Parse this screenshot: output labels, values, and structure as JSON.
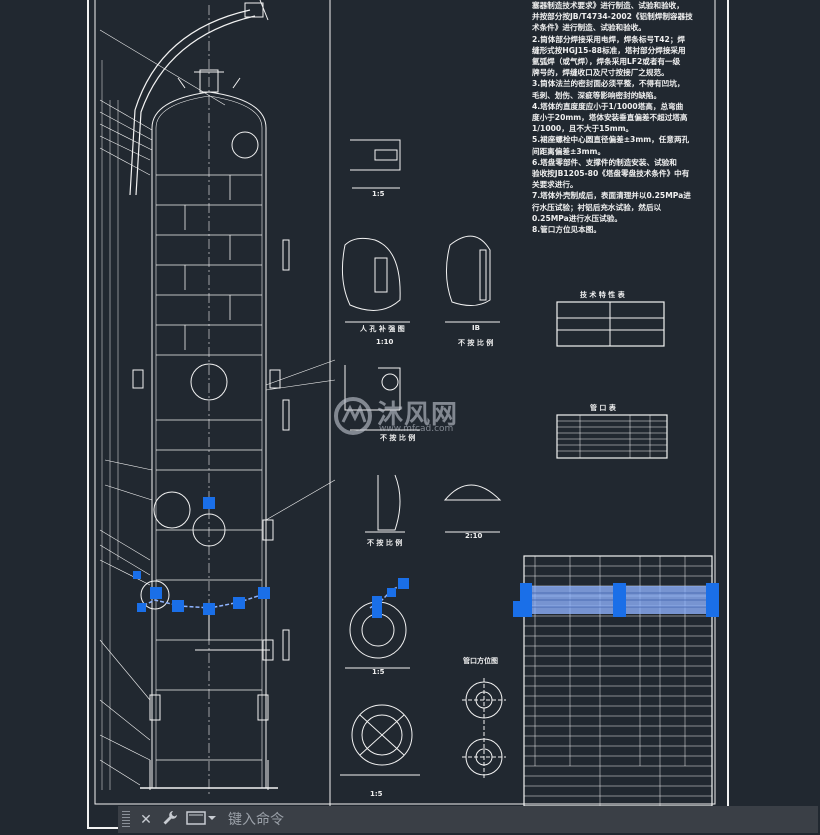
{
  "notes": [
    "塞器制造技术要求》进行制造、试验和验收，",
    "并按部分按JB/T4734-2002《铝制焊制容器技",
    "术条件》进行制造、试验和验收。",
    "2.筒体部分焊接采用电焊，焊条标号T42；焊",
    "缝形式按HGJ15-88标准，塔衬部分焊接采用",
    "氩弧焊（或气焊），焊条采用LF2或者有一级",
    "牌号的，焊缝收口及尺寸按接厂之规范。",
    "3.筒体法兰的密封面必须平整，不得有凹坑，",
    "毛刺、划伤、深疵等影响密封的缺陷。",
    "4.塔体的直度度应小于1/1000塔高，总弯曲",
    "度小于20mm，塔体安装垂直偏差不超过塔高",
    "1/1000，且不大于15mm。",
    "5.裙座螺栓中心圆直径偏差±3mm，任意两孔",
    "间距离偏差±3mm。",
    "6.塔盘零部件、支撑件的制造安装、试验和",
    "验收按JB1205-80《塔盘零盘技术条件》中有",
    "关要求进行。",
    "7.塔体外壳制成后，表面清理并以0.25MPa进",
    "行水压试验；衬铝后充水试验，然后以",
    "0.25MPa进行水压试验。",
    "8.管口方位见本图。"
  ],
  "tables": {
    "tech_title": "技 术 特 性 表",
    "nozzle_title": "管 口 表"
  },
  "views": {
    "manhole": "人 孔 补 强 图",
    "manhole_scale": "1:10",
    "scale_none_1": "不 按 比 例",
    "scale_none_2": "不 按 比 例",
    "scale_none_3": "不 按 比 例",
    "pipe_scale": "1:5",
    "plate_scale": "2:10",
    "ib_label": "IB",
    "azimuth": "管口方位图",
    "b_scale": "1:5",
    "bottom_scale": "1:5"
  },
  "watermark": {
    "brand": "沐风网",
    "url": "www.mfcad.com"
  },
  "command": {
    "close_icon": "close-icon",
    "wrench_icon": "wrench-icon",
    "placeholder": "键入命令"
  },
  "colors": {
    "background": "#212830",
    "lines": "#f2f2f2",
    "grip_blue": "#1a6fe8",
    "selection": "#8fb4ff"
  }
}
